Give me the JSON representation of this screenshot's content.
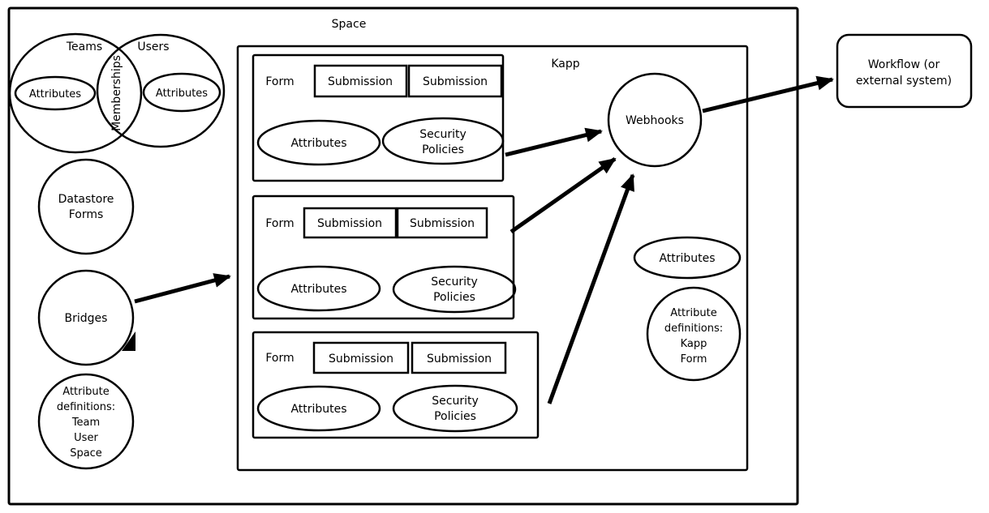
{
  "colors": {
    "stroke": "#000000",
    "background": "#ffffff",
    "text": "#000000"
  },
  "space": {
    "label": "Space",
    "venn": {
      "teams_label": "Teams",
      "users_label": "Users",
      "memberships_label": "Memberships",
      "teams_attributes_label": "Attributes",
      "users_attributes_label": "Attributes"
    },
    "datastore_forms_lines": [
      "Datastore",
      "Forms"
    ],
    "bridges_label": "Bridges",
    "attribute_definitions_lines": [
      "Attribute",
      "definitions:",
      "Team",
      "User",
      "Space"
    ],
    "kapp": {
      "label": "Kapp",
      "forms": [
        {
          "label": "Form",
          "submissions": [
            "Submission",
            "Submission"
          ],
          "attributes_label": "Attributes",
          "security_policies_lines": [
            "Security",
            "Policies"
          ]
        },
        {
          "label": "Form",
          "submissions": [
            "Submission",
            "Submission"
          ],
          "attributes_label": "Attributes",
          "security_policies_lines": [
            "Security",
            "Policies"
          ]
        },
        {
          "label": "Form",
          "submissions": [
            "Submission",
            "Submission"
          ],
          "attributes_label": "Attributes",
          "security_policies_lines": [
            "Security",
            "Policies"
          ]
        }
      ],
      "webhooks_label": "Webhooks",
      "attributes_label": "Attributes",
      "attribute_definitions_lines": [
        "Attribute",
        "definitions:",
        "Kapp",
        "Form"
      ]
    }
  },
  "workflow_lines": [
    "Workflow (or",
    "external system)"
  ]
}
